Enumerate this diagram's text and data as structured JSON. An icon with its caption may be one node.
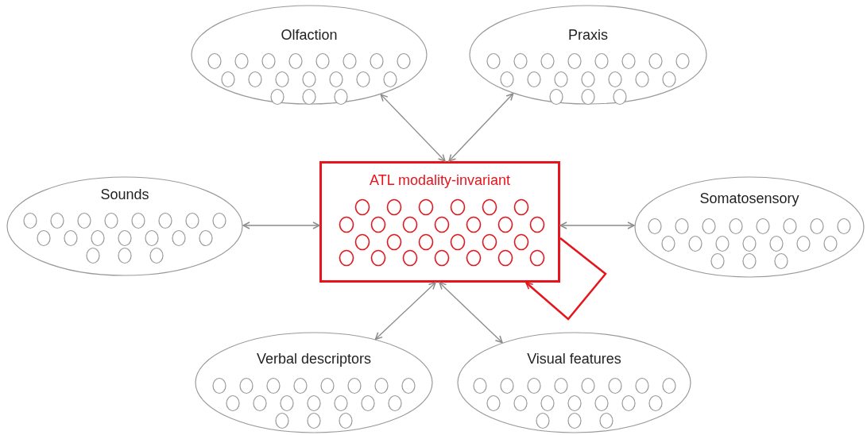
{
  "diagram": {
    "nodes": [
      {
        "text": [
          "Olfaction"
        ]
      },
      {
        "text": [
          "Praxis"
        ]
      },
      {
        "text": [
          "Sounds"
        ]
      },
      {
        "text": [
          "ATL modality-invariant"
        ]
      },
      {
        "text": [
          "Somatosensory"
        ]
      },
      {
        "text": [
          "Verbal descriptors"
        ]
      },
      {
        "text": [
          "Visual features"
        ]
      }
    ],
    "edges": [
      {
        "from": 0,
        "to": 3,
        "arrow": "both"
      },
      {
        "from": 1,
        "to": 3,
        "arrow": "both"
      },
      {
        "from": 2,
        "to": 3,
        "arrow": "both"
      },
      {
        "from": 4,
        "to": 3,
        "arrow": "both"
      },
      {
        "from": 5,
        "to": 3,
        "arrow": "both"
      },
      {
        "from": 6,
        "to": 3,
        "arrow": "both"
      },
      {
        "from": 3,
        "to": 3,
        "arrow": "to",
        "color": "#e8141b"
      }
    ]
  }
}
